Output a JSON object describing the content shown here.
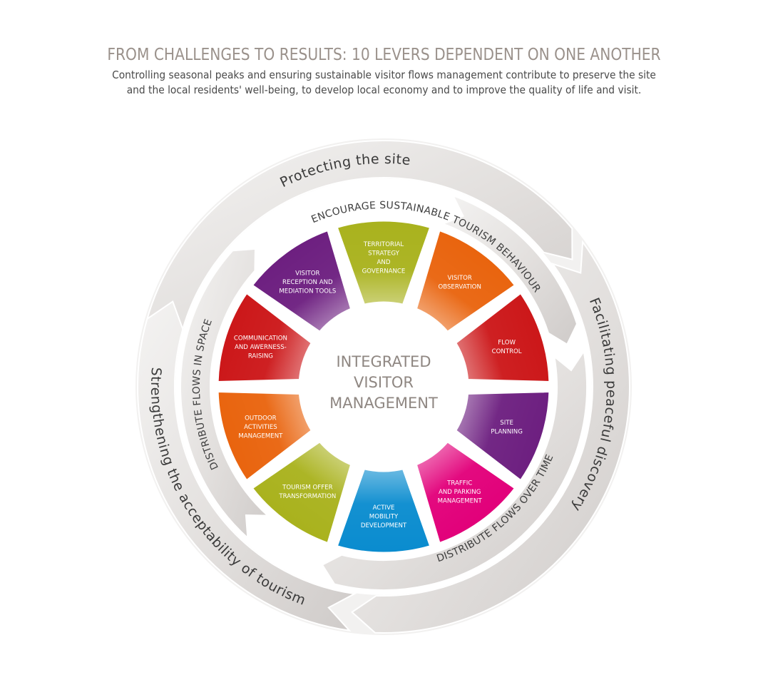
{
  "header": {
    "title": "FROM CHALLENGES TO RESULTS: 10 LEVERS DEPENDENT ON ONE ANOTHER",
    "subtitle_line1": "Controlling seasonal peaks and ensuring sustainable visitor flows management contribute to preserve the site",
    "subtitle_line2": "and the local residents' well-being, to develop local economy and to improve the quality of life and visit."
  },
  "center": {
    "lines": [
      "INTEGRATED",
      "VISITOR",
      "MANAGEMENT"
    ]
  },
  "levers": [
    {
      "id": "territorial-strategy",
      "lines": [
        "TERRITORIAL",
        "STRATEGY",
        "AND",
        "GOVERNANCE"
      ],
      "color": "#a9b21d"
    },
    {
      "id": "visitor-observation",
      "lines": [
        "VISITOR",
        "OBSERVATION"
      ],
      "color": "#e9640e"
    },
    {
      "id": "flow-control",
      "lines": [
        "FLOW",
        "CONTROL"
      ],
      "color": "#cc1719"
    },
    {
      "id": "site-planning",
      "lines": [
        "SITE",
        "PLANNING"
      ],
      "color": "#6d1f80"
    },
    {
      "id": "traffic-parking",
      "lines": [
        "TRAFFIC",
        "AND PARKING",
        "MANAGEMENT"
      ],
      "color": "#e2007a"
    },
    {
      "id": "active-mobility",
      "lines": [
        "ACTIVE",
        "MOBILITY",
        "DEVELOPMENT"
      ],
      "color": "#0a8ccf"
    },
    {
      "id": "tourism-offer",
      "lines": [
        "TOURISM OFFER",
        "TRANSFORMATION"
      ],
      "color": "#a9b21d"
    },
    {
      "id": "outdoor-activities",
      "lines": [
        "OUTDOOR",
        "ACTIVITIES",
        "MANAGEMENT"
      ],
      "color": "#e9640e"
    },
    {
      "id": "communication",
      "lines": [
        "COMMUNICATION",
        "AND AWERNESS-",
        "RAISING"
      ],
      "color": "#cc1719"
    },
    {
      "id": "visitor-reception",
      "lines": [
        "VISITOR",
        "RECEPTION AND",
        "MEDIATION TOOLS"
      ],
      "color": "#6d1f80"
    }
  ],
  "middle_ring": [
    {
      "id": "encourage-behaviour",
      "label": "ENCOURAGE SUSTAINABLE TOURISM BEHAVIOUR"
    },
    {
      "id": "distribute-time",
      "label": "DISTRIBUTE FLOWS OVER TIME"
    },
    {
      "id": "distribute-space",
      "label": "DISTRIBUTE FLOWS IN SPACE"
    }
  ],
  "outer_ring": [
    {
      "id": "protecting-site",
      "label": "Protecting the site"
    },
    {
      "id": "facilitating-discovery",
      "label": "Facilitating peaceful discovery"
    },
    {
      "id": "strengthening-acceptability",
      "label": "Strengthening the acceptability of tourism"
    }
  ],
  "colors": {
    "ring_gray": "#d3cfcd",
    "ring_light": "#f1f0ef",
    "title_gray": "#9a918b"
  }
}
